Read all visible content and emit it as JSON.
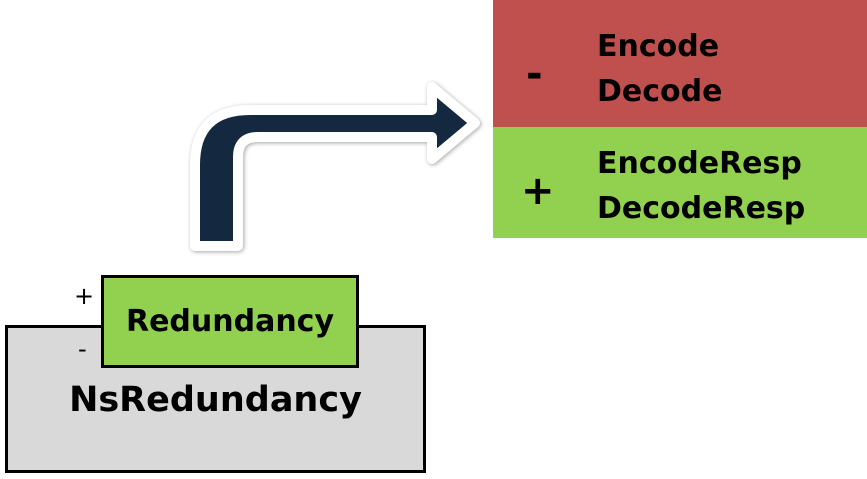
{
  "outer_box": {
    "label": "NsRedundancy",
    "fill": "#d9d9d9"
  },
  "inner_box": {
    "label": "Redundancy",
    "fill": "#92d050",
    "plus_marker": "+",
    "minus_marker": "-"
  },
  "arrow": {
    "fill": "#142840",
    "outline": "#ffffff"
  },
  "panels": {
    "removed": {
      "sign": "-",
      "fill": "#c0504d",
      "items": [
        "Encode",
        "Decode"
      ]
    },
    "added": {
      "sign": "+",
      "fill": "#92d050",
      "items": [
        "EncodeResp",
        "DecodeResp"
      ]
    }
  }
}
